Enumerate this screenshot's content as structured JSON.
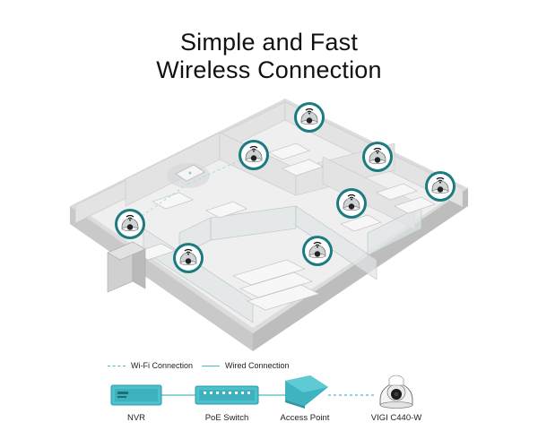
{
  "title": {
    "line1": "Simple and Fast",
    "line2": "Wireless Connection"
  },
  "legend": {
    "wifi": "Wi-Fi Connection",
    "wired": "Wired Connection"
  },
  "devices": {
    "nvr": "NVR",
    "poe_switch": "PoE Switch",
    "access_point": "Access Point",
    "camera": "VIGI C440-W"
  },
  "colors": {
    "accent": "#33b7c3",
    "camera_badge": "#1f7f83",
    "floor": "#ececec",
    "wall": "#d6d6d6"
  },
  "icons": [
    "wifi-icon",
    "camera-icon",
    "access-point-icon",
    "nvr-icon",
    "switch-icon"
  ]
}
